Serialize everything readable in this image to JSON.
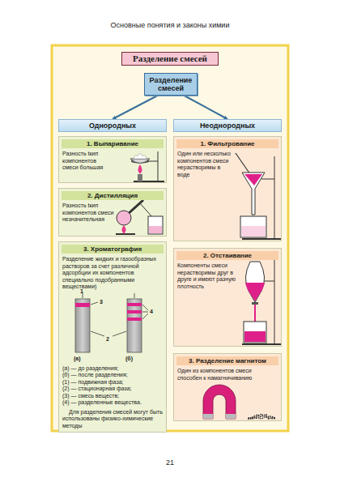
{
  "diagram": {
    "title": "Разделение смесей",
    "nodes": [
      {
        "text": [
          "Разделение смесей"
        ]
      },
      {
        "text": [
          "Однородных"
        ]
      },
      {
        "text": [
          "Неоднородных"
        ]
      },
      {
        "text": [
          "1. Выпаривание",
          "Разность tкип компонентов смеси большая"
        ]
      },
      {
        "text": [
          "2. Дистилляция",
          "Разность tкип компонентов смеси незначительная"
        ]
      },
      {
        "text": [
          "3. Хроматография",
          "Разделение жидких и газообразных растворов за счет различной адсорбции их компонентов специально подобранными веществами)",
          "(а) — до разделения;",
          "(б) — после разделения;",
          "(1) — подвижная фаза;",
          "(2) — стационарная фаза;",
          "(3) — смесь веществ;",
          "(4) — разделенные вещества.",
          "Для разделения смесей могут быть использованы физико-химические методы"
        ]
      },
      {
        "text": [
          "1. Фильтрование",
          "Один или несколько компонентов смеси нерастворимы в воде"
        ]
      },
      {
        "text": [
          "2. Отстаивание",
          "Компоненты смеси нерастворимы друг в друге и имеют разную плотность"
        ]
      },
      {
        "text": [
          "3. Разделение магнитом",
          "Один из компонентов смеси способен к намагничиванию"
        ]
      }
    ],
    "edges": [
      {
        "from": 0,
        "to": 1,
        "arrow": "to"
      },
      {
        "from": 0,
        "to": 2,
        "arrow": "to"
      }
    ],
    "labels": [
      "Основные понятия и законы химии",
      "1",
      "3",
      "4",
      "2",
      "(а)",
      "(б)",
      "21"
    ]
  }
}
